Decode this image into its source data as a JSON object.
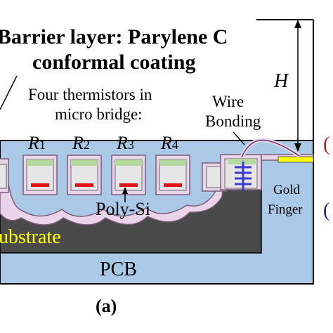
{
  "title_line1": "Barrier layer: Parylene C",
  "title_line2": "conformal coating",
  "thermistor_line1": "Four thermistors  in",
  "thermistor_line2": "micro bridge:",
  "resistors": [
    {
      "letter": "R",
      "sub": "1"
    },
    {
      "letter": "R",
      "sub": "2"
    },
    {
      "letter": "R",
      "sub": "3"
    },
    {
      "letter": "R",
      "sub": "4"
    }
  ],
  "wire_line1": "Wire",
  "wire_line2": "Bonding",
  "height_label": "H",
  "gold_line1": "Gold",
  "gold_line2": "Finger",
  "polysi_label": "Poly-Si",
  "substrate_label": "ubstrate",
  "pcb_label": "PCB",
  "caption": "(a)",
  "right_marks": [
    "(",
    "("
  ],
  "colors": {
    "pcb": "#a9c9e6",
    "substrate": "#4a4a4a",
    "parylene": "#ead4ea",
    "parylene_edge": "#7a5c7a",
    "bridge_fill": "#e6e6e6",
    "cap_green": "#b5d8a0",
    "red_polysi": "#e01414",
    "gold": "#ffff00",
    "via_blue": "#3a3ad0",
    "substrate_text": "#ffff00",
    "mark_red": "#cc1111",
    "mark_blue": "#1a1a99"
  }
}
